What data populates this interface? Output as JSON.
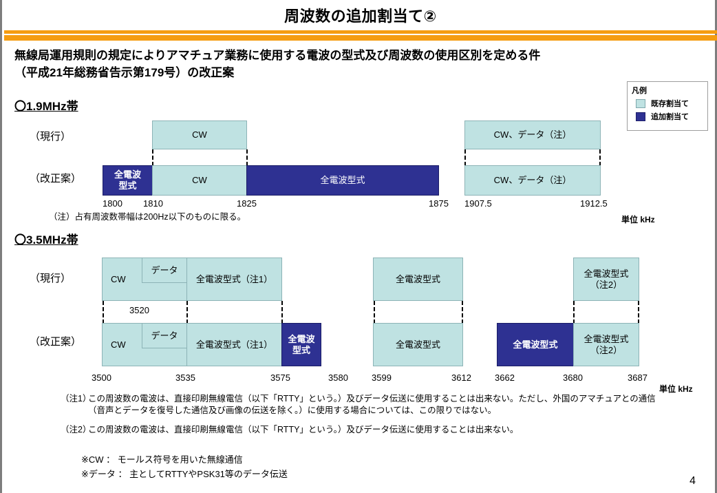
{
  "header": {
    "title": "周波数の追加割当て②",
    "accent_color": "#f59c10"
  },
  "intro": {
    "line1": "無線局運用規則の規定によりアマチュア業務に使用する電波の型式及び周波数の使用区別を定める件",
    "line2": "（平成21年総務省告示第179号）の改正案"
  },
  "legend": {
    "title": "凡例",
    "items": [
      {
        "label": "既存割当て",
        "color": "#bfe2e2"
      },
      {
        "label": "追加割当て",
        "color": "#2e3192"
      }
    ]
  },
  "row_labels": {
    "current": "（現行）",
    "revised": "（改正案）"
  },
  "band_19": {
    "heading": "〇1.9MHz帯",
    "unit": "単位 kHz",
    "note": "（注）占有周波数帯幅は200Hz以下のものに限る。",
    "current_blocks": [
      {
        "label": "CW",
        "type": "existing",
        "from": 1810,
        "to": 1825
      },
      {
        "label": "CW、データ（注）",
        "type": "existing",
        "from": 1907.5,
        "to": 1912.5
      }
    ],
    "revised_blocks": [
      {
        "label": "全電波\n型式",
        "type": "additional",
        "from": 1800,
        "to": 1810
      },
      {
        "label": "CW",
        "type": "existing",
        "from": 1810,
        "to": 1825
      },
      {
        "label": "全電波型式",
        "type": "additional",
        "from": 1825,
        "to": 1875
      },
      {
        "label": "CW、データ（注）",
        "type": "existing",
        "from": 1907.5,
        "to": 1912.5
      }
    ],
    "ticks": [
      "1800",
      "1810",
      "1825",
      "1875",
      "1907.5",
      "1912.5"
    ]
  },
  "band_35": {
    "heading": "〇3.5MHz帯",
    "unit": "単位 kHz",
    "inner_tick": "3520",
    "current_blocks": [
      {
        "label": "CW",
        "type": "existing",
        "from": 3500,
        "to": 3535
      },
      {
        "label": "データ",
        "type": "existing",
        "from": 3520,
        "to": 3535
      },
      {
        "label": "全電波型式（注1）",
        "type": "existing",
        "from": 3535,
        "to": 3575
      },
      {
        "label": "全電波型式",
        "type": "existing",
        "from": 3599,
        "to": 3612
      },
      {
        "label": "全電波型式\n（注2）",
        "type": "existing",
        "from": 3680,
        "to": 3687
      }
    ],
    "revised_blocks": [
      {
        "label": "CW",
        "type": "existing",
        "from": 3500,
        "to": 3535
      },
      {
        "label": "データ",
        "type": "existing",
        "from": 3520,
        "to": 3535
      },
      {
        "label": "全電波型式（注1）",
        "type": "existing",
        "from": 3535,
        "to": 3575
      },
      {
        "label": "全電波\n型式",
        "type": "additional",
        "from": 3575,
        "to": 3580
      },
      {
        "label": "全電波型式",
        "type": "existing",
        "from": 3599,
        "to": 3612
      },
      {
        "label": "全電波型式",
        "type": "additional",
        "from": 3662,
        "to": 3680
      },
      {
        "label": "全電波型式\n（注2）",
        "type": "existing",
        "from": 3680,
        "to": 3687
      }
    ],
    "ticks": [
      "3500",
      "3535",
      "3575",
      "3580",
      "3599",
      "3612",
      "3662",
      "3680",
      "3687"
    ]
  },
  "footnotes": {
    "n1_lead": "（注1）",
    "n1_body": "この周波数の電波は、直接印刷無線電信（以下「RTTY」という。）及びデータ伝送に使用することは出来ない。ただし、外国のアマチュアとの通信（音声とデータを復号した通信及び画像の伝送を除く。）に使用する場合については、この限りではない。",
    "n2_lead": "（注2）",
    "n2_body": "この周波数の電波は、直接印刷無線電信（以下「RTTY」という。）及びデータ伝送に使用することは出来ない。",
    "star1": "※CW ： モールス符号を用いた無線通信",
    "star2": "※データ ： 主としてRTTYやPSK31等のデータ伝送"
  },
  "page_number": "4"
}
